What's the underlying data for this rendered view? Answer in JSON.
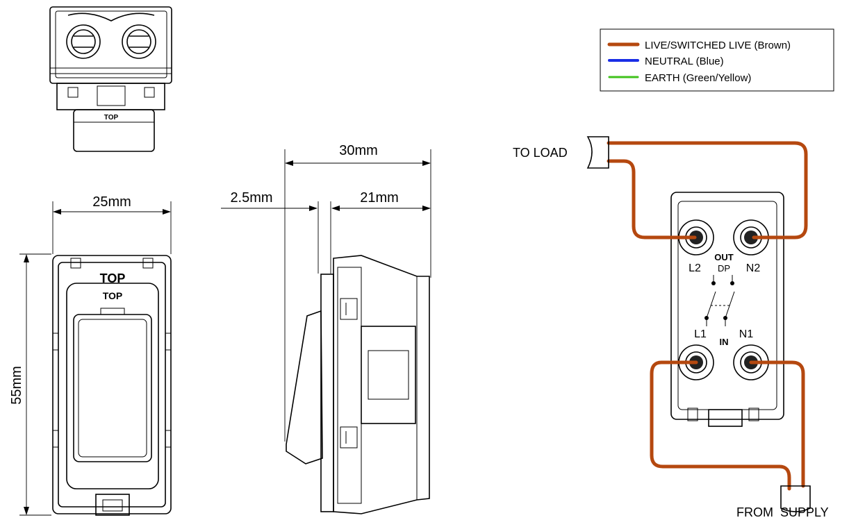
{
  "legend": {
    "items": [
      {
        "label": "LIVE/SWITCHED LIVE (Brown)",
        "color": "#b5480f"
      },
      {
        "label": "NEUTRAL (Blue)",
        "color": "#1a2ee6"
      },
      {
        "label": "EARTH (Green/Yellow)",
        "color": "#3fc21a"
      }
    ]
  },
  "top_view": {
    "marking": "TOP"
  },
  "front_view": {
    "marking_large": "TOP",
    "marking_small": "TOP",
    "width_dim": "25mm",
    "height_dim": "55mm"
  },
  "side_view": {
    "total_depth_dim": "30mm",
    "front_dim": "2.5mm",
    "back_dim": "21mm"
  },
  "wiring": {
    "to_load": "TO LOAD",
    "from_supply": "FROM  SUPPLY",
    "terminals": {
      "l2": "L2",
      "n2": "N2",
      "l1": "L1",
      "n1": "N1"
    },
    "out_label": "OUT",
    "in_label": "IN",
    "dp_label": "DP",
    "wire_color": "#b5480f"
  }
}
